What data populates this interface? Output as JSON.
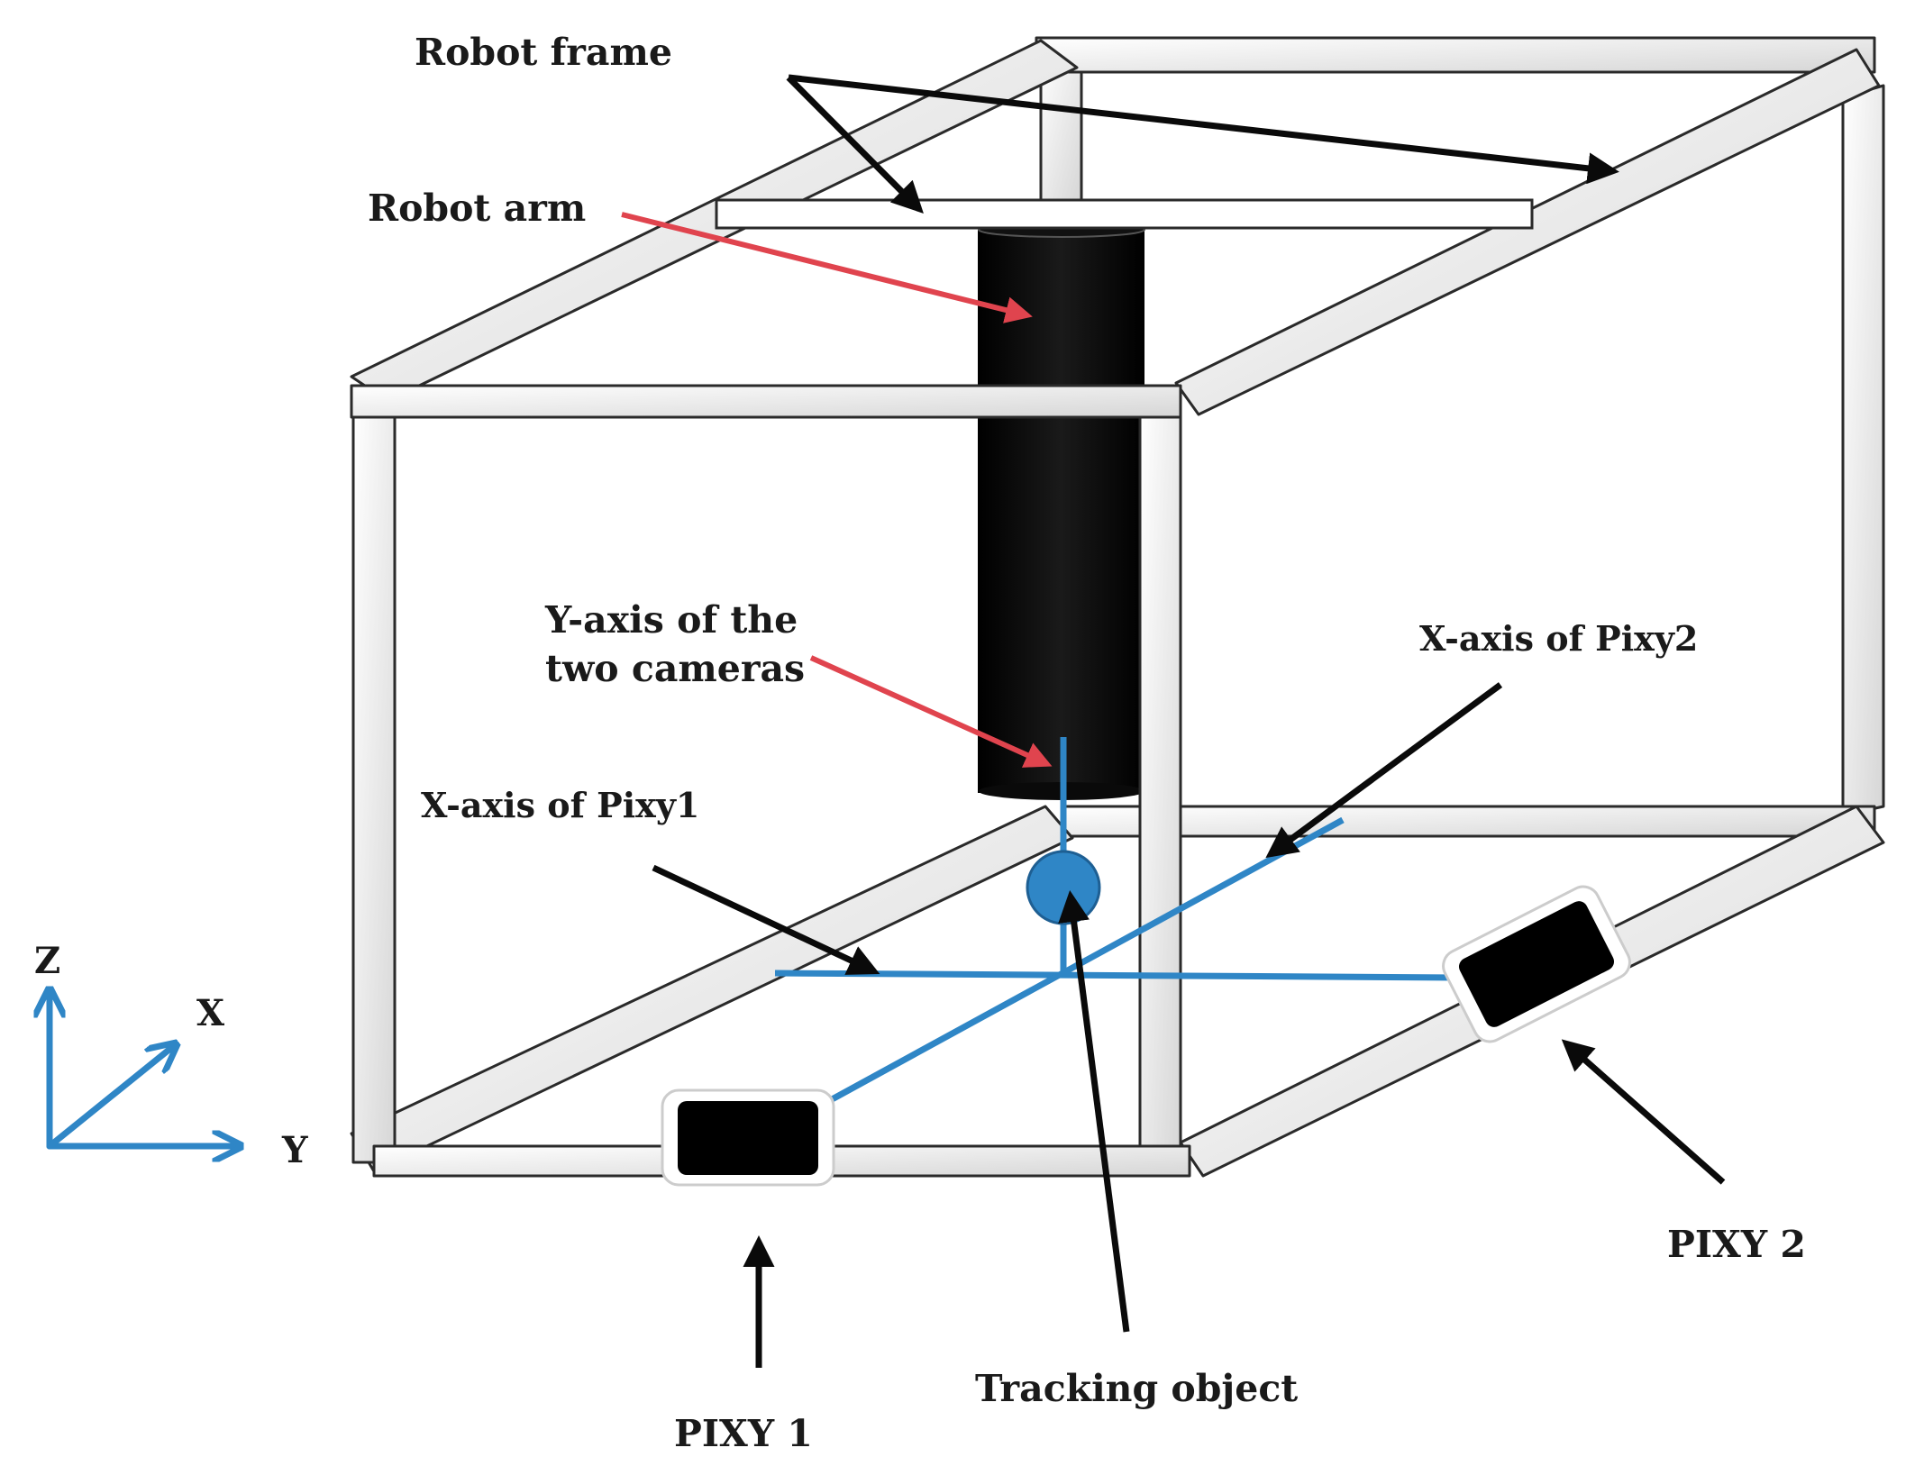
{
  "labels": {
    "robot_frame": "Robot frame",
    "robot_arm": "Robot arm",
    "y_axis_line1": "Y-axis of the",
    "y_axis_line2": "two cameras",
    "x_axis_pixy2": "X-axis of Pixy2",
    "x_axis_pixy1": "X-axis of Pixy1",
    "tracking_object": "Tracking object",
    "pixy1": "PIXY 1",
    "pixy2": "PIXY 2"
  },
  "axes": {
    "z": "Z",
    "x": "X",
    "y": "Y"
  },
  "colors": {
    "camera_axis_blue": "#2f86c6",
    "annotation_red": "#e0444e",
    "frame_outline": "#2a2a2a",
    "arm_black": "#0a0a0a"
  }
}
